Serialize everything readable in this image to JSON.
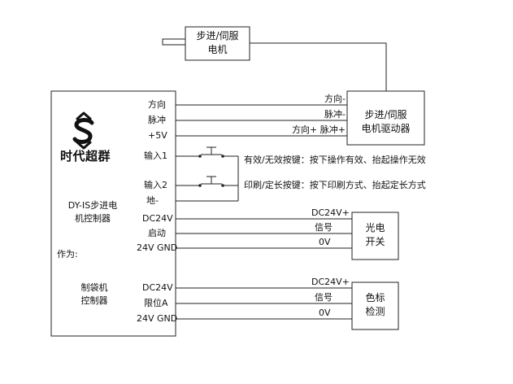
{
  "motor": {
    "line1": "步进/伺服",
    "line2": "电机"
  },
  "driver": {
    "line1": "步进/伺服",
    "line2": "电机驱动器",
    "signals": {
      "dir_minus": "方向-",
      "pulse_minus": "脉冲-",
      "dir_plus_pulse_plus": "方向+ 脉冲+"
    }
  },
  "controller": {
    "brand": "时代超群",
    "model_line1": "DY-IS步进电",
    "model_line2": "机控制器",
    "role": "作为:",
    "usage_line1": "制袋机",
    "usage_line2": "控制器",
    "pins": {
      "direction": "方向",
      "pulse": "脉冲",
      "plus5v": "+5V",
      "input1": "输入1",
      "input2": "输入2",
      "ground": "地-",
      "dc24v_1": "DC24V",
      "start": "启动",
      "gnd24v_1": "24V GND",
      "dc24v_2": "DC24V",
      "limit_a": "限位A",
      "gnd24v_2": "24V GND"
    }
  },
  "buttons": {
    "button1_desc": "有效/无效按键：按下操作有效、抬起操作无效",
    "button2_desc": "印刷/定长按键：按下印刷方式、抬起定长方式"
  },
  "photo_sensor": {
    "line1": "光电",
    "line2": "开关",
    "wires": {
      "dc24v": "DC24V+",
      "signal": "信号",
      "zero_v": "0V"
    }
  },
  "color_sensor": {
    "line1": "色标",
    "line2": "检测",
    "wires": {
      "dc24v": "DC24V+",
      "signal": "信号",
      "zero_v": "0V"
    }
  }
}
